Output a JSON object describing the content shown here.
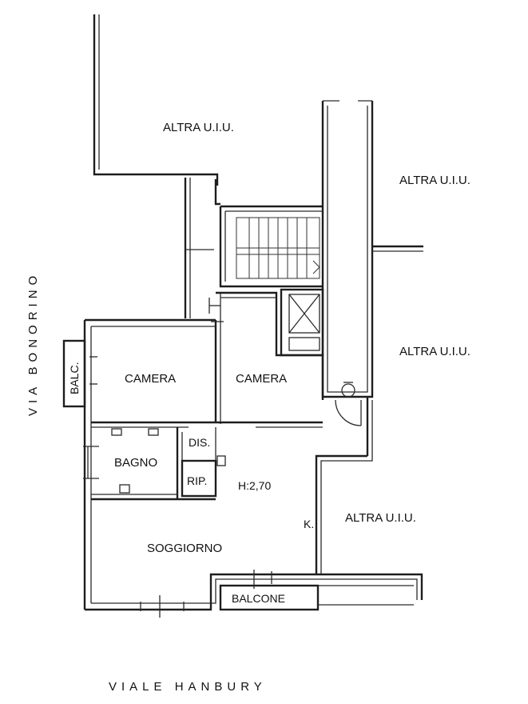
{
  "labels": {
    "altra_top": "ALTRA U.I.U.",
    "altra_right1": "ALTRA U.I.U.",
    "altra_right2": "ALTRA U.I.U.",
    "altra_right3": "ALTRA U.I.U.",
    "camera_left": "CAMERA",
    "camera_right": "CAMERA",
    "bagno": "BAGNO",
    "dis": "DIS.",
    "rip": "RIP.",
    "height": "H:2,70",
    "kitchen": "K.",
    "soggiorno": "SOGGIORNO",
    "balc": "BALC.",
    "balcone": "BALCONE"
  },
  "streets": {
    "left": "VIA BONORINO",
    "bottom": "VIALE HANBURY"
  }
}
